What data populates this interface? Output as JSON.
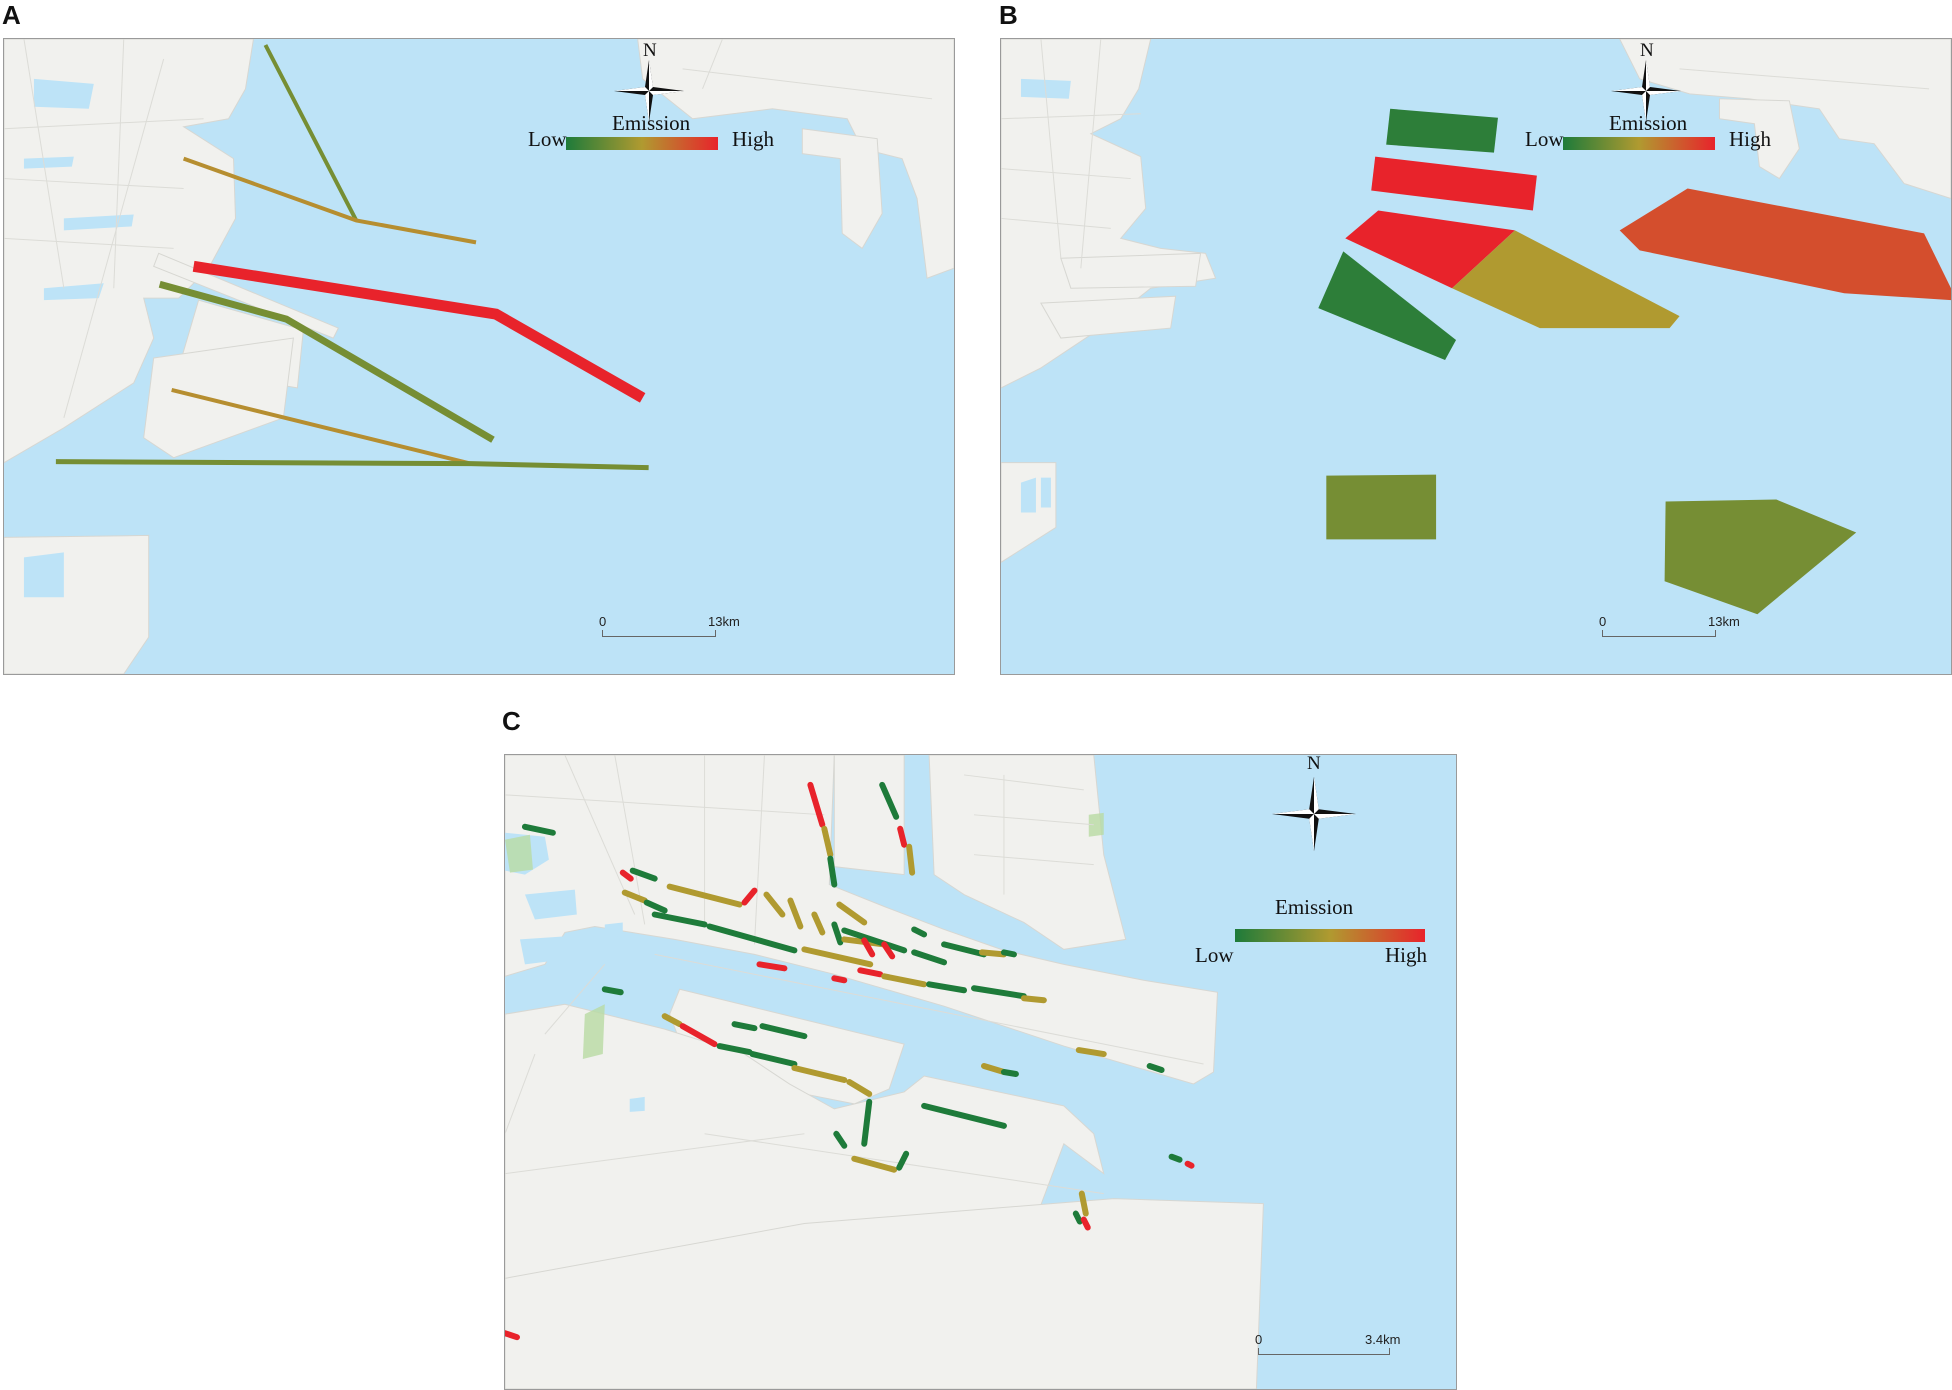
{
  "panels": [
    {
      "id": "A",
      "label": "A",
      "compass_label": "N",
      "legend": {
        "title": "Emission",
        "low": "Low",
        "high": "High"
      },
      "scale": {
        "start": "0",
        "end": "13km"
      },
      "routes": [
        {
          "emission": 0.3
        },
        {
          "emission": 0.55
        },
        {
          "emission": 1.0
        },
        {
          "emission": 0.3
        },
        {
          "emission": 0.55
        },
        {
          "emission": 0.3
        }
      ]
    },
    {
      "id": "B",
      "label": "B",
      "compass_label": "N",
      "legend": {
        "title": "Emission",
        "low": "Low",
        "high": "High"
      },
      "scale": {
        "start": "0",
        "end": "13km"
      },
      "zones": [
        {
          "emission": 0.05
        },
        {
          "emission": 1.0
        },
        {
          "emission": 1.0
        },
        {
          "emission": 0.05
        },
        {
          "emission": 0.5
        },
        {
          "emission": 0.82
        },
        {
          "emission": 0.3
        },
        {
          "emission": 0.3
        }
      ]
    },
    {
      "id": "C",
      "label": "C",
      "compass_label": "N",
      "legend": {
        "title": "Emission",
        "low": "Low",
        "high": "High"
      },
      "scale": {
        "start": "0",
        "end": "3.4km"
      }
    }
  ],
  "colors": {
    "water": "#bde3f7",
    "land": "#f1f1ee",
    "low": "#1e7b3a",
    "mid": "#b09a30",
    "high": "#e8232b"
  }
}
